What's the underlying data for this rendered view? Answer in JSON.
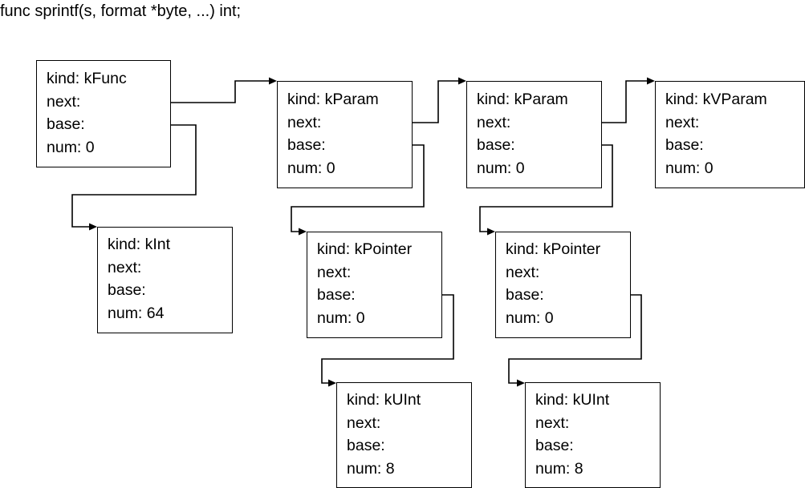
{
  "title": "func sprintf(s, format *byte, ...) int;",
  "nodes": {
    "func": {
      "kind": "kind: kFunc",
      "next": "next:",
      "base": "base:",
      "num": "num: 0"
    },
    "param1": {
      "kind": "kind: kParam",
      "next": "next:",
      "base": "base:",
      "num": "num: 0"
    },
    "param2": {
      "kind": "kind: kParam",
      "next": "next:",
      "base": "base:",
      "num": "num: 0"
    },
    "vparam": {
      "kind": "kind: kVParam",
      "next": "next:",
      "base": "base:",
      "num": "num: 0"
    },
    "int": {
      "kind": "kind: kInt",
      "next": "next:",
      "base": "base:",
      "num": "num: 64"
    },
    "ptr1": {
      "kind": "kind: kPointer",
      "next": "next:",
      "base": "base:",
      "num": "num: 0"
    },
    "ptr2": {
      "kind": "kind: kPointer",
      "next": "next:",
      "base": "base:",
      "num": "num: 0"
    },
    "uint1": {
      "kind": "kind: kUInt",
      "next": "next:",
      "base": "base:",
      "num": "num: 8"
    },
    "uint2": {
      "kind": "kind: kUInt",
      "next": "next:",
      "base": "base:",
      "num": "num: 8"
    }
  },
  "edges": [
    {
      "from": "func",
      "field": "next",
      "to": "param1"
    },
    {
      "from": "param1",
      "field": "next",
      "to": "param2"
    },
    {
      "from": "param2",
      "field": "next",
      "to": "vparam"
    },
    {
      "from": "func",
      "field": "base",
      "to": "int"
    },
    {
      "from": "param1",
      "field": "base",
      "to": "ptr1"
    },
    {
      "from": "param2",
      "field": "base",
      "to": "ptr2"
    },
    {
      "from": "ptr1",
      "field": "base",
      "to": "uint1"
    },
    {
      "from": "ptr2",
      "field": "base",
      "to": "uint2"
    }
  ]
}
